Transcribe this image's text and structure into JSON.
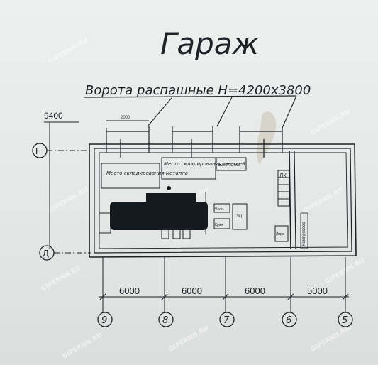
{
  "title": "Гараж",
  "gate_note": "Ворота распашные H=4200x3800",
  "overall_dimension": "9400",
  "grid_rows": [
    "Г",
    "Д"
  ],
  "grid_columns": [
    "9",
    "8",
    "7",
    "6",
    "5"
  ],
  "bay_dimensions": [
    "6000",
    "6000",
    "6000",
    "5000"
  ],
  "room_labels": {
    "metal_storage": "Место складирования металла",
    "parts_storage": "Место складирования деталей",
    "cylinders": "Баллоны",
    "compressor": "Компрессор",
    "stair": "ЛК",
    "lyra": "Лира",
    "box_small": "Челн.",
    "box_mid": "Кран",
    "box_vertical": "ЭЩ",
    "dim_small": "2000",
    "marker": "Лира"
  },
  "watermark": "GIPERNN.RU",
  "colors": {
    "line": "#1d2226",
    "paper": "#e9eaea",
    "stain": "#c9c4b6"
  }
}
